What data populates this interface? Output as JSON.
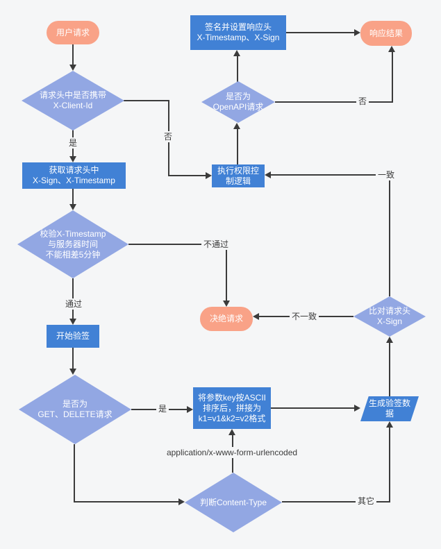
{
  "colors": {
    "background": "#f5f6f7",
    "terminal_fill": "#f9a287",
    "process_fill": "#4181d5",
    "decision_fill": "#92a7e3",
    "io_fill": "#4181d5",
    "node_text": "#ffffff",
    "edge_line": "#3b3b3b",
    "edge_label_text": "#3b3b3b"
  },
  "nodes": {
    "user_request": {
      "type": "terminal",
      "lines": [
        "用户请求"
      ]
    },
    "check_client_id": {
      "type": "decision",
      "lines": [
        "请求头中是否携带",
        "X-Client-Id"
      ]
    },
    "sign_response": {
      "type": "process",
      "lines": [
        "签名并设置响应头",
        "X-Timestamp、X-Sign"
      ]
    },
    "response_result": {
      "type": "terminal",
      "lines": [
        "响应结果"
      ]
    },
    "is_openapi": {
      "type": "decision",
      "lines": [
        "是否为",
        "OpenAPI请求"
      ]
    },
    "get_headers": {
      "type": "process",
      "lines": [
        "获取请求头中",
        "X-Sign、X-Timestamp"
      ]
    },
    "exec_permission": {
      "type": "process",
      "lines": [
        "执行权限控",
        "制逻辑"
      ]
    },
    "verify_timestamp": {
      "type": "decision",
      "lines": [
        "校验X-Timestamp",
        "与服务器时间",
        "不能相差5分钟"
      ]
    },
    "reject_request": {
      "type": "terminal",
      "lines": [
        "决绝请求"
      ]
    },
    "compare_sign": {
      "type": "decision",
      "lines": [
        "比对请求头",
        "X-Sign"
      ]
    },
    "start_verify": {
      "type": "process",
      "lines": [
        "开始验签"
      ]
    },
    "is_get_delete": {
      "type": "decision",
      "lines": [
        "是否为",
        "GET、DELETE请求"
      ]
    },
    "sort_params": {
      "type": "process",
      "lines": [
        "将参数key按ASCII",
        "排序后，拼接为",
        "k1=v1&k2=v2格式"
      ]
    },
    "gen_sign_data": {
      "type": "io",
      "lines": [
        "生成验签数",
        "据"
      ]
    },
    "check_content_type": {
      "type": "decision",
      "lines": [
        "判断Content-Type"
      ]
    }
  },
  "edge_labels": {
    "yes1": "是",
    "no1": "否",
    "no2": "否",
    "pass": "通过",
    "fail": "不通过",
    "mismatch": "不一致",
    "match": "一致",
    "yes2": "是",
    "form_urlencoded": "application/x-www-form-urlencoded",
    "other": "其它"
  }
}
